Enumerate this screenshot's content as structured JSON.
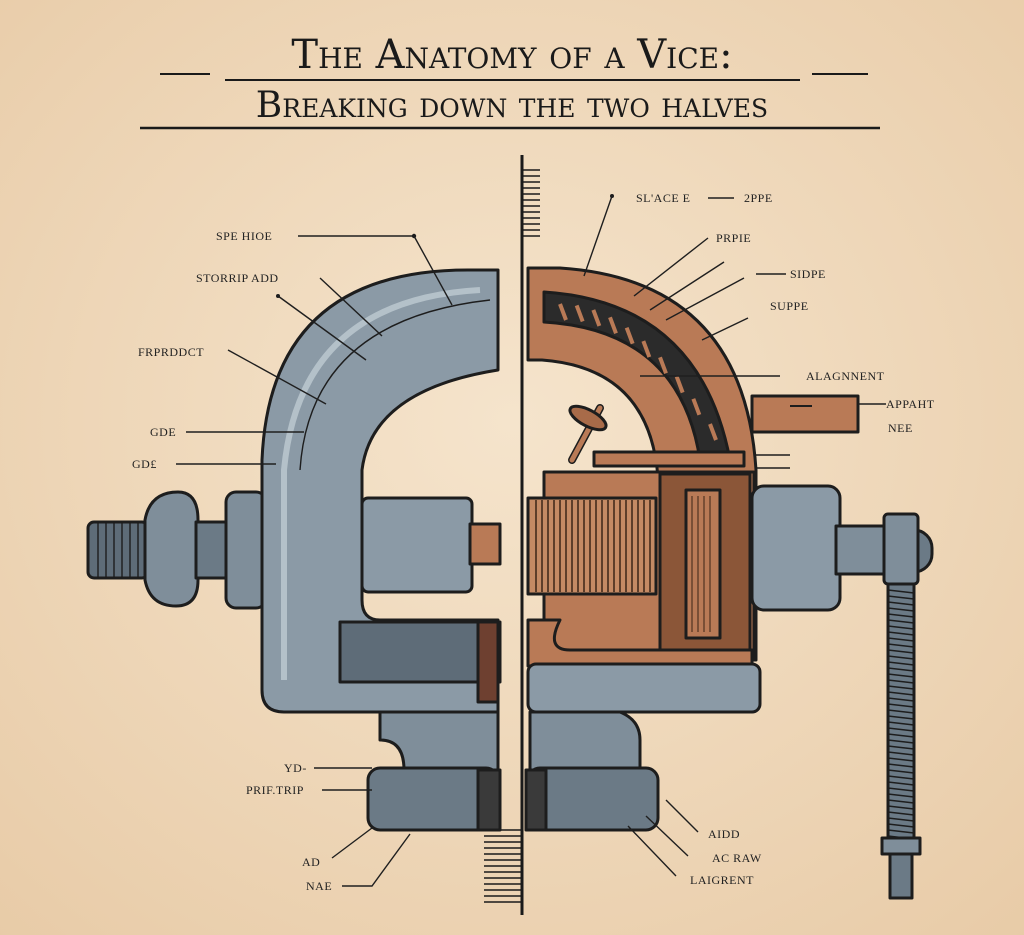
{
  "title": {
    "line1": "The Anatomy of a Vice:",
    "line2": "Breaking down the two halves"
  },
  "labels": [
    {
      "id": "l1",
      "text": "SPE HIOE"
    },
    {
      "id": "l2",
      "text": "STORRIP ADD"
    },
    {
      "id": "l3",
      "text": "FRPRDDCT"
    },
    {
      "id": "l4",
      "text": "GDE"
    },
    {
      "id": "l5",
      "text": "GD£"
    },
    {
      "id": "l6",
      "text": "YD-"
    },
    {
      "id": "l7",
      "text": "PRIF.TRIP"
    },
    {
      "id": "l8",
      "text": "AD"
    },
    {
      "id": "l9",
      "text": "NAE"
    },
    {
      "id": "r1",
      "text": "SL'ACE E"
    },
    {
      "id": "r2",
      "text": "2PPE"
    },
    {
      "id": "r3",
      "text": "PRPIE"
    },
    {
      "id": "r4",
      "text": "SIDPE"
    },
    {
      "id": "r5",
      "text": "SUPPE"
    },
    {
      "id": "r6",
      "text": "ALAGNNENT"
    },
    {
      "id": "r7",
      "text": "APPAHT"
    },
    {
      "id": "r8",
      "text": "NEE"
    },
    {
      "id": "r9",
      "text": "AIDD"
    },
    {
      "id": "r10",
      "text": "AC RAW"
    },
    {
      "id": "r11",
      "text": "LAIGRENT"
    }
  ],
  "colors": {
    "background": "#f1dcc0",
    "steel": "#8b9aa6",
    "steel_dark": "#5e6c78",
    "steel_light": "#a9b6bf",
    "copper": "#b97a56",
    "copper_dark": "#7e4a30",
    "ink": "#1d1d1d"
  }
}
